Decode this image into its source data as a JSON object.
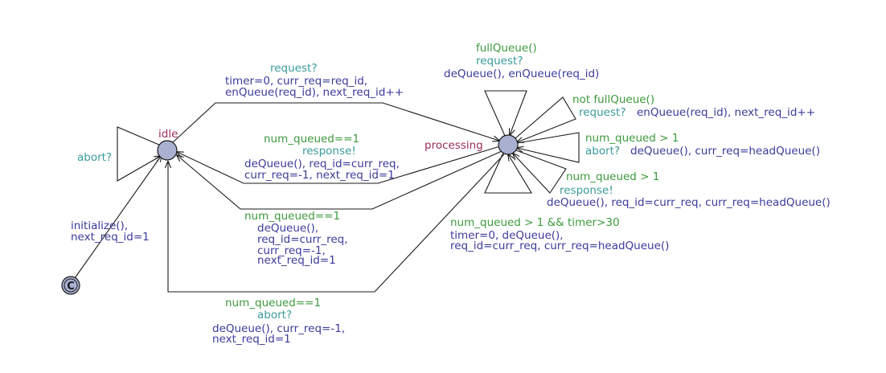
{
  "colors": {
    "state_name": "#9b2d5a",
    "guard": "#3c9a3c",
    "sync": "#3a9a9a",
    "assign": "#3b3b9b",
    "node_fill": "#a9b0d0"
  },
  "states": {
    "idle": "idle",
    "processing": "processing",
    "initial_marker": "C"
  },
  "edges": {
    "init": {
      "assign": [
        "initialize(),",
        "next_req_id=1"
      ]
    },
    "idle_abort_loop": {
      "sync": "abort?"
    },
    "idle_to_processing": {
      "sync": "request?",
      "assign": [
        "timer=0, curr_req=req_id,",
        "enQueue(req_id), next_req_id++"
      ]
    },
    "processing_to_idle_response": {
      "guard": "num_queued==1",
      "sync": "response!",
      "assign": [
        "deQueue(), req_id=curr_req,",
        "curr_req=-1, next_req_id=1"
      ]
    },
    "processing_to_idle_timeout": {
      "guard": "num_queued==1",
      "assign": [
        "deQueue(),",
        "req_id=curr_req,",
        "curr_req=-1,",
        "next_req_id=1"
      ]
    },
    "processing_to_idle_abort": {
      "guard": "num_queued==1",
      "sync": "abort?",
      "assign": [
        "deQueue(), curr_req=-1,",
        "next_req_id=1"
      ]
    },
    "loop_top": {
      "guard": "fullQueue()",
      "sync": "request?",
      "assign": "deQueue(), enQueue(req_id)"
    },
    "loop_request": {
      "guard": "not fullQueue()",
      "sync": "request?",
      "assign": "enQueue(req_id), next_req_id++"
    },
    "loop_abort": {
      "guard": "num_queued > 1",
      "sync": "abort?",
      "assign": "deQueue(), curr_req=headQueue()"
    },
    "loop_response": {
      "guard": "num_queued > 1",
      "sync": "response!",
      "assign": "deQueue(), req_id=curr_req, curr_req=headQueue()"
    },
    "loop_timer": {
      "guard": "num_queued > 1 && timer>30",
      "assign": [
        "timer=0, deQueue(),",
        "req_id=curr_req, curr_req=headQueue()"
      ]
    }
  }
}
